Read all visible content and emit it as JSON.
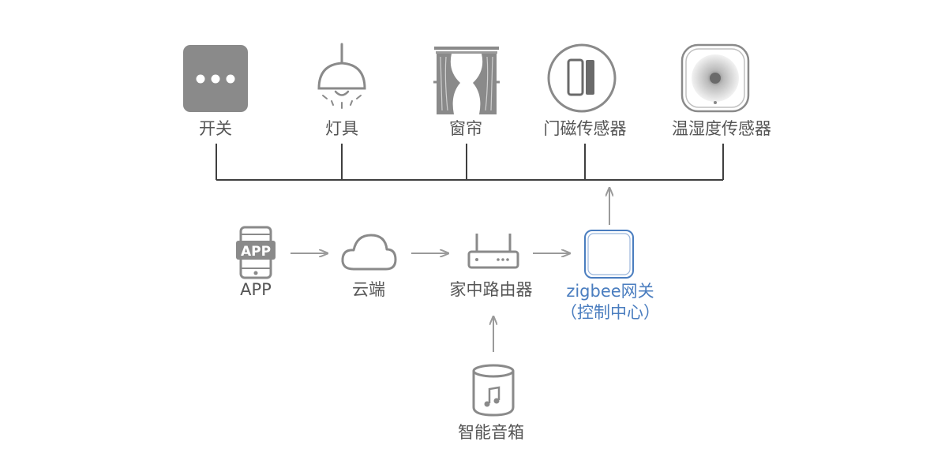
{
  "colors": {
    "line": "#3f3f3f",
    "arrow": "#9a9a9a",
    "icon_gray": "#8a8a8a",
    "label": "#555555",
    "accent": "#4a7dbf"
  },
  "devices": [
    {
      "label": "开关",
      "icon": "switch-icon"
    },
    {
      "label": "灯具",
      "icon": "lamp-icon"
    },
    {
      "label": "窗帘",
      "icon": "curtain-icon"
    },
    {
      "label": "门磁传感器",
      "icon": "door-sensor-icon"
    },
    {
      "label": "温湿度传感器",
      "icon": "temperature-humidity-sensor-icon"
    }
  ],
  "flow": {
    "app": {
      "label": "APP",
      "icon": "phone-app-icon",
      "badge": "APP"
    },
    "cloud": {
      "label": "云端",
      "icon": "cloud-icon"
    },
    "router": {
      "label": "家中路由器",
      "icon": "router-icon"
    },
    "gateway": {
      "label_line1": "zigbee网关",
      "label_line2": "（控制中心）",
      "icon": "gateway-icon"
    },
    "speaker": {
      "label": "智能音箱",
      "icon": "smart-speaker-icon"
    }
  }
}
